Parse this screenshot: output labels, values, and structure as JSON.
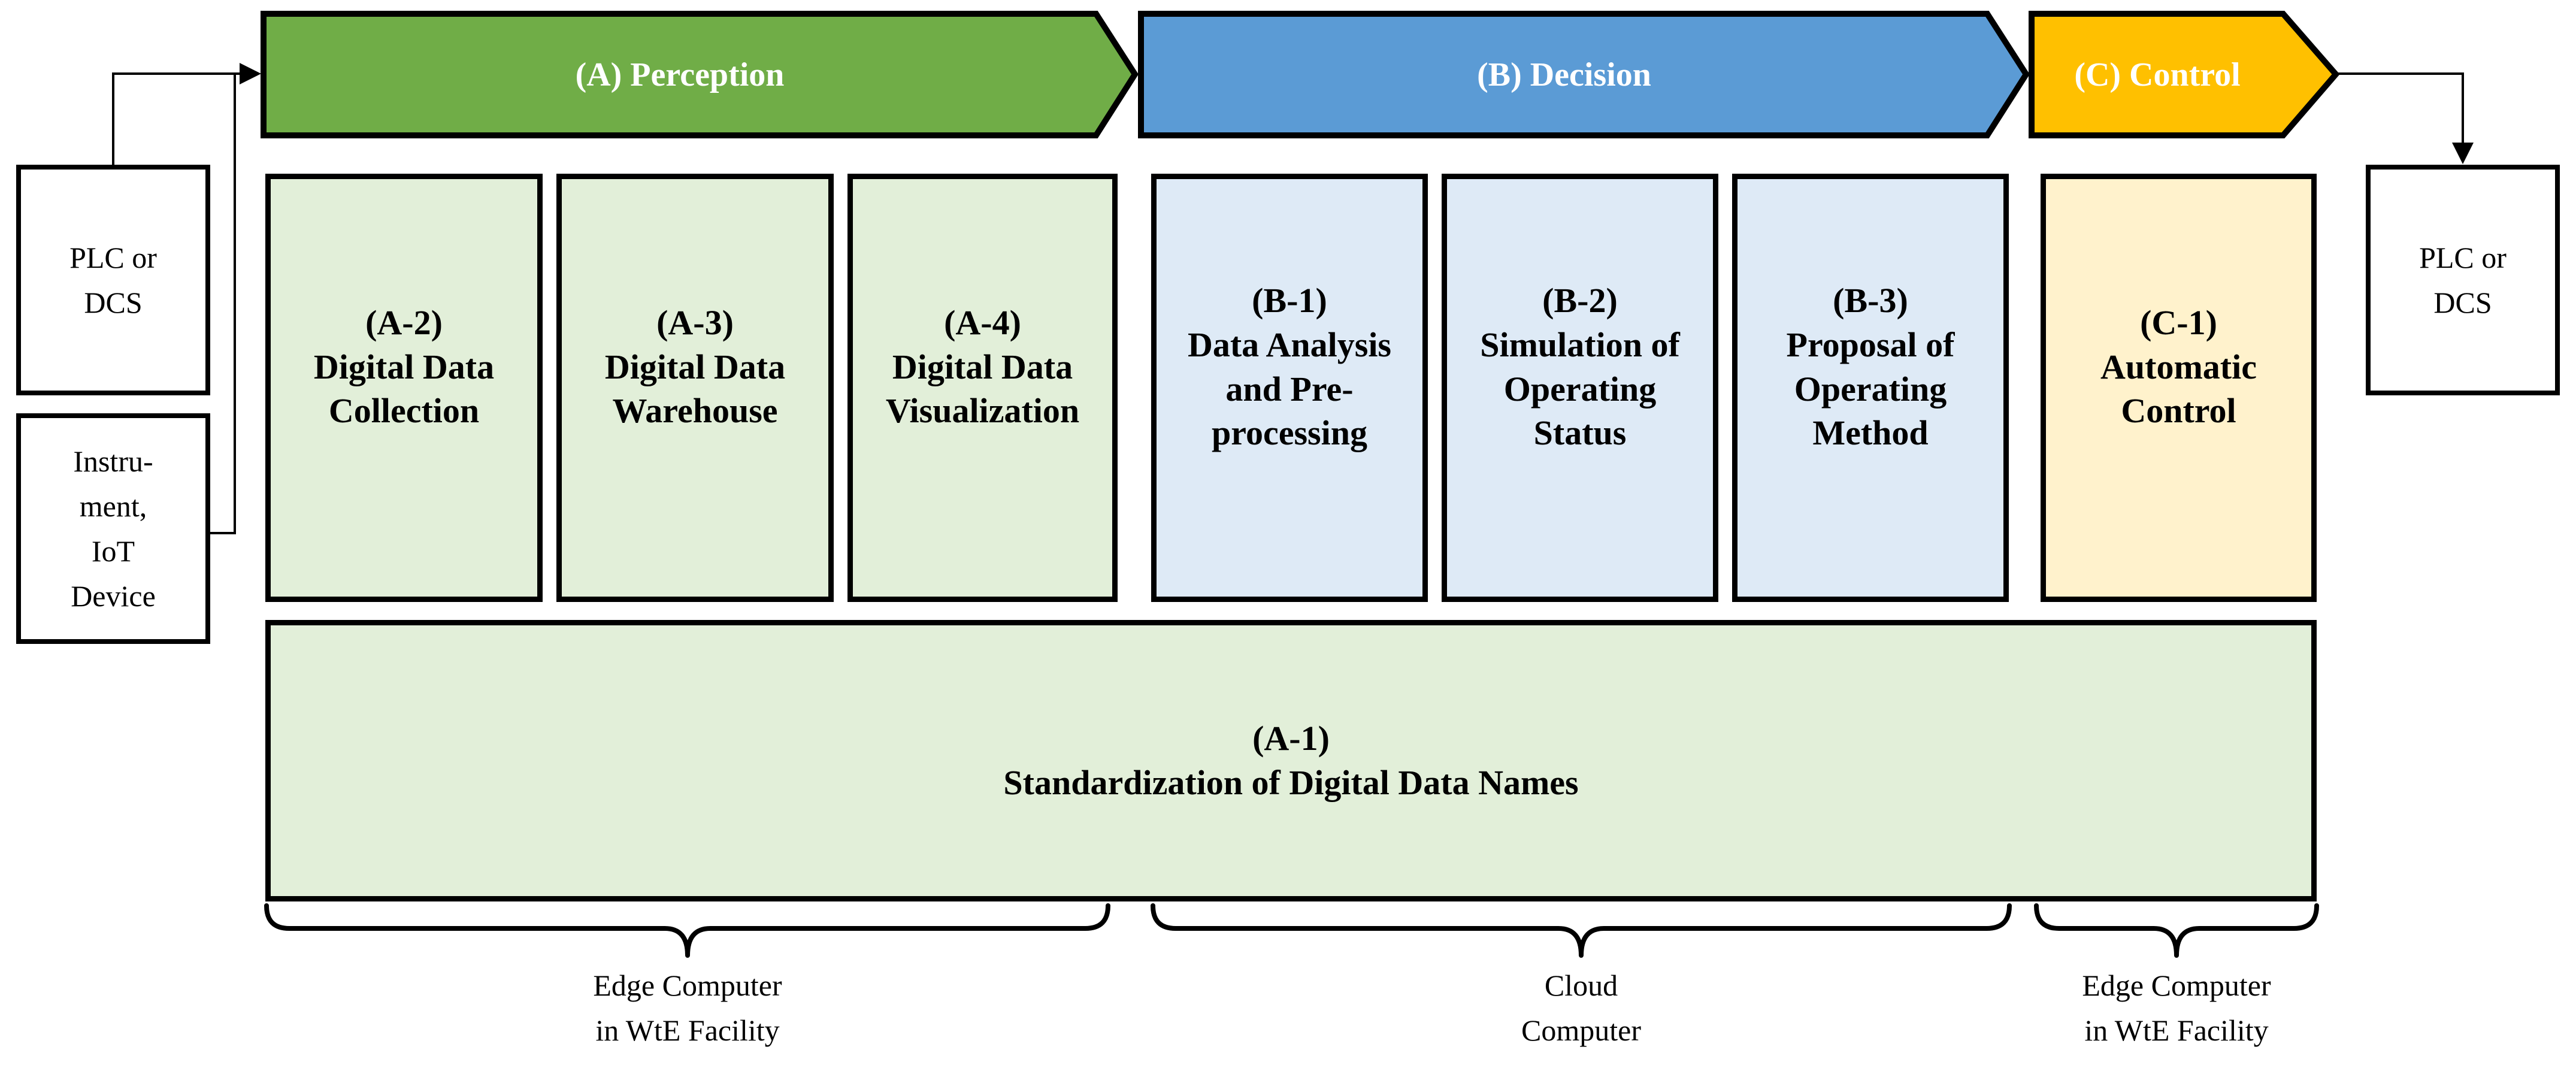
{
  "colors": {
    "stage_perception": "#70AD47",
    "stage_decision": "#5B9BD5",
    "stage_control": "#FFC000",
    "module_green_fill": "#E2EFD9",
    "module_blue_fill": "#DEEAF6",
    "module_yellow_fill": "#FFF2CC",
    "outline": "#000000",
    "stage_text": "#ffffff"
  },
  "stages": {
    "perception": "(A) Perception",
    "decision": "(B) Decision",
    "control": "(C) Control"
  },
  "modules": {
    "a2": "(A-2)\nDigital Data\nCollection",
    "a3": "(A-3)\nDigital Data\nWarehouse",
    "a4": "(A-4)\nDigital Data\nVisualization",
    "b1": "(B-1)\nData Analysis\nand Pre-\nprocessing",
    "b2": "(B-2)\nSimulation of\nOperating\nStatus",
    "b3": "(B-3)\nProposal of\nOperating\nMethod",
    "c1": "(C-1)\nAutomatic\nControl"
  },
  "foundation": {
    "label": "(A-1)\nStandardization of Digital Data Names"
  },
  "external": {
    "plc_left": "PLC or\nDCS",
    "instrument": "Instru-\nment,\nIoT\nDevice",
    "plc_right": "PLC or\nDCS"
  },
  "infrastructure": {
    "edge_left": "Edge Computer\nin WtE Facility",
    "cloud": "Cloud\nComputer",
    "edge_right": "Edge Computer\nin WtE Facility"
  }
}
